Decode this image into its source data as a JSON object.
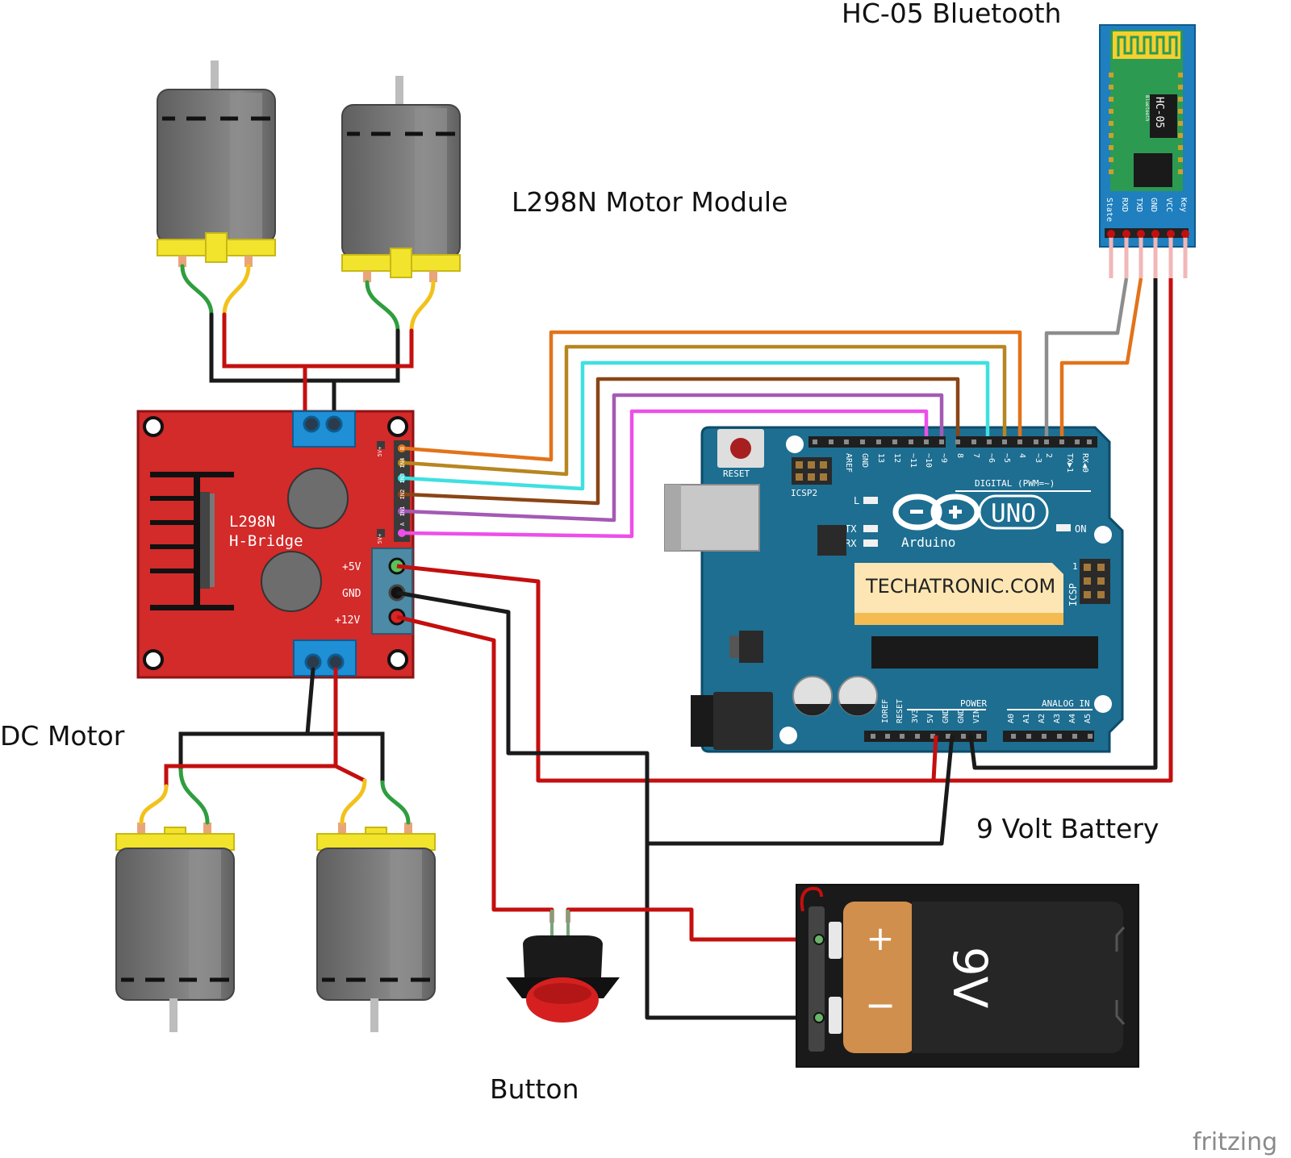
{
  "labels": {
    "bluetooth": "HC-05 Bluetooth",
    "l298n": "L298N Motor Module",
    "dc_motor": "DC Motor",
    "battery": "9 Volt Battery",
    "button": "Button",
    "fritzing": "fritzing"
  },
  "hbridge": {
    "line1": "L298N",
    "line2": "H-Bridge",
    "v5": "+5V",
    "gnd": "GND",
    "v12": "+12V",
    "side_pins": [
      "5V+",
      "B",
      "IN4",
      "IN3",
      "IN2",
      "IN1",
      "A",
      "5V+"
    ]
  },
  "hc05": {
    "chip": "HC-05",
    "sub": "Bluetooth",
    "pins": [
      "State",
      "RXD",
      "TXD",
      "GND",
      "VCC",
      "Key"
    ]
  },
  "arduino": {
    "reset": "RESET",
    "icsp2": "ICSP2",
    "icsp": "ICSP",
    "brand": "Arduino",
    "model": "UNO",
    "on": "ON",
    "l": "L",
    "tx": "TX",
    "rx": "RX",
    "digital": "DIGITAL (PWM=~)",
    "sticker": "TECHATRONIC.COM",
    "power": "POWER",
    "analog": "ANALOG IN",
    "one": "1",
    "top_pins": [
      "AREF",
      "GND",
      "13",
      "12",
      "~11",
      "~10",
      "~9",
      "8",
      "7",
      "~6",
      "~5",
      "4",
      "~3",
      "2",
      "TX▶1",
      "RX◀0"
    ],
    "power_pins": [
      "IOREF",
      "RESET",
      "3V3",
      "5V",
      "GND",
      "GND",
      "VIN"
    ],
    "analog_pins": [
      "A0",
      "A1",
      "A2",
      "A3",
      "A4",
      "A5"
    ]
  },
  "battery": {
    "plus": "+",
    "minus": "−",
    "voltage": "9V"
  },
  "colors": {
    "board_red": "#d32a2a",
    "arduino_blue": "#1d6e91",
    "hc05_blue": "#1f7fbf",
    "wire_red": "#c40f0f",
    "wire_black": "#1a1a1a",
    "wire_orange": "#e2731a",
    "wire_gold": "#b78620",
    "wire_cyan": "#3fe0e0",
    "wire_brown": "#8a4516",
    "wire_purple": "#a45ab4",
    "wire_magenta": "#ec4fe9",
    "wire_gray": "#8d8d8d",
    "motor_yellow": "#f2e32d",
    "battery_copper": "#d08f4c"
  }
}
